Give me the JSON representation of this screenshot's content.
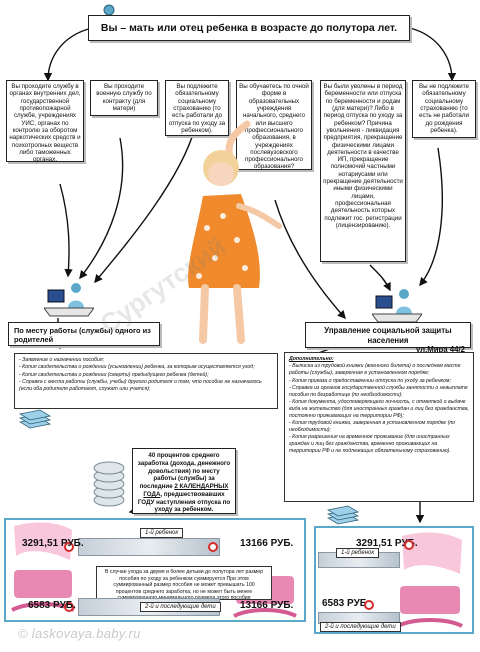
{
  "title": "Вы – мать или отец ребенка в возрасте до полутора лет.",
  "categories": [
    "Вы проходите службу в органах внутренних дел, государственной противопожарной службе, учреждениях УИС, органах по контролю за оборотом наркотических средств и психотропных веществ либо таможенных органах.",
    "Вы проходите военную службу по контракту (для матери)",
    "Вы подлежите обязательному социальному страхованию (то есть работали до отпуска по уходу за ребенком).",
    "Вы обучаетесь по очной форме в образовательных учреждения начального, среднего или высшего профессионального образования, в учреждениях послевузовского профессионального образования?",
    "Вы были уволены в период беременности или отпуска по беременности и родам (для матери)? Либо в период отпуска по уходу за ребенком? Причина увольнения - ликвидация предприятия, прекращение физическими лицами деятельности в качестве ИП, прекращение полномочий частными нотариусами или прекращение деятельности иными физическими лицами, профессиональная деятельность которых подлежит гос. регистрации (лицензированию).",
    "Вы не подлежите обязательному социальному страхованию (то есть не работали до рождения ребенка)."
  ],
  "employer": {
    "label": "По месту работы (службы) одного из родителей",
    "docs": [
      "- Заявление о назначении пособия;",
      "- Копия свидетельства о рождении (усыновлении) ребенка, за которым осуществляется уход;",
      "- Копия свидетельства о рождении (смерти) предыдущего ребенка (детей);",
      "- Справка с места работы (службы, учебы) другого родителя о том, что пособие не назначалось (если оба родителя работают, служат или учатся);"
    ]
  },
  "uszn": {
    "label": "Управление социальной защиты населения",
    "address": "ул.Мира 44/2",
    "docs_heading": "Дополнительно:",
    "docs": [
      "- Выписка из трудовой книжки (военного билета) о последнем месте работы (службы), заверенная в установленном порядке;",
      "- Копия приказа о предоставлении отпуска по уходу за ребенком;",
      "- Справка из органов государственной службы занятости о невыплате пособия по безработице (по необходимости);",
      "- Копия документа, удостоверяющего личность, с отметкой о выдаче вида на жительство (для иностранных граждан и лиц без гражданства, постоянно проживающих на территории РФ);",
      "- Копия трудовой книжки, заверенная в установленном порядке (по необходимости);",
      "- Копия разрешения на временное проживание (для иностранных граждан и лиц без гражданства, временно проживающих на территории РФ и не подлежащих обязательному страхованию)."
    ]
  },
  "benefit_note": {
    "prefix": "40 процентов среднего заработка (дохода, денежного довольствия) по месту работы (службы) за последние ",
    "bold": "2 КАЛЕНДАРНЫХ ГОДА",
    "suffix": ", предшествовавших ГОДУ наступления отпуска по уходу за ребенком."
  },
  "left_panel": {
    "first_min": "3291,51 РУБ.",
    "first_max": "13166 РУБ.",
    "first_label": "1-й ребенок",
    "second_min": "6583 РУБ.",
    "second_max": "13166 РУБ.",
    "second_label": "2-й и последующие дети",
    "note": "В случае ухода за двумя и более детьми до полутора лет размер пособия по уходу за ребенком суммируется При этом суммированный размер пособия не может превышать 100 процентов среднего заработка, но не может быть менее суммированного минимального размера этого пособия"
  },
  "right_panel": {
    "first_min": "3291,51 РУБ.",
    "first_label": "1-й ребенок",
    "second_min": "6583 РУБ.",
    "second_label": "2-й и последующие дети"
  },
  "footer": "© laskovaya.baby.ru",
  "colors": {
    "panel_border": "#5aa7c8",
    "ring": "#d62b2b",
    "crib": "#e889b4",
    "dress": "#f08a2c"
  }
}
